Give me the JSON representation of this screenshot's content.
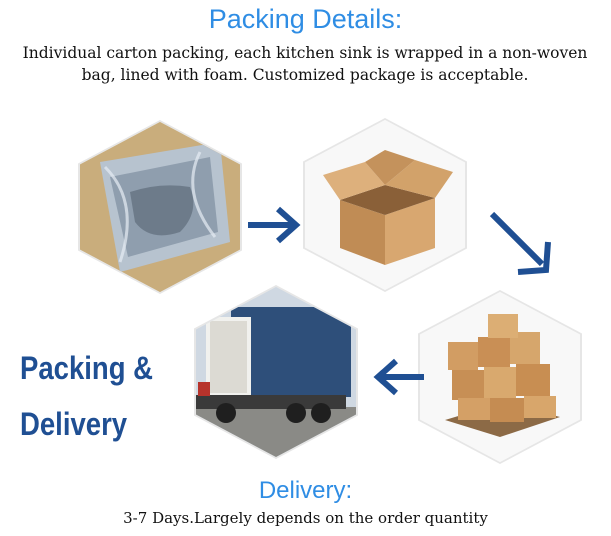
{
  "packing": {
    "title": "Packing Details:",
    "description_line1": "Individual carton packing, each kitchen sink is wrapped in a non-woven",
    "description_line2": "bag, lined with foam. Customized package is acceptable."
  },
  "overlay": {
    "line1": "Packing &",
    "line2": "Delivery"
  },
  "delivery": {
    "title": "Delivery:",
    "description": "3-7 Days.Largely depends on the order quantity"
  },
  "colors": {
    "title_blue": "#2f8de4",
    "arrow_blue": "#1f4f93",
    "cardboard": "#c99a66"
  }
}
